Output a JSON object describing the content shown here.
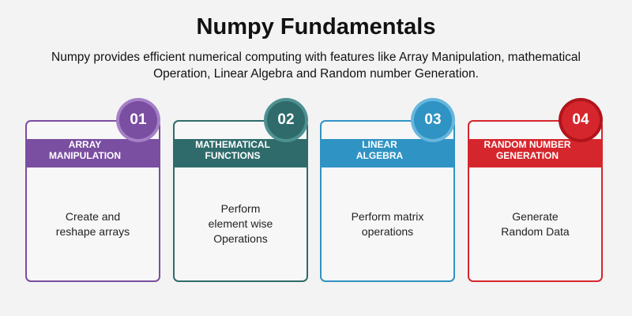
{
  "title": "Numpy Fundamentals",
  "subtitle": "Numpy provides efficient numerical computing with features like  Array Manipulation, mathematical Operation, Linear Algebra and Random number Generation.",
  "cards": [
    {
      "number": "01",
      "heading": "ARRAY\nMANIPULATION",
      "body": "Create and\nreshape arrays",
      "color": "#7a4ea0"
    },
    {
      "number": "02",
      "heading": "MATHEMATICAL\nFUNCTIONS",
      "body": "Perform\nelement wise\nOperations",
      "color": "#2f6b6b"
    },
    {
      "number": "03",
      "heading": "LINEAR\nALGEBRA",
      "body": "Perform matrix\noperations",
      "color": "#2f93c4"
    },
    {
      "number": "04",
      "heading": "RANDOM NUMBER\nGENERATION",
      "body": "Generate\nRandom Data",
      "color": "#d6262d"
    }
  ]
}
